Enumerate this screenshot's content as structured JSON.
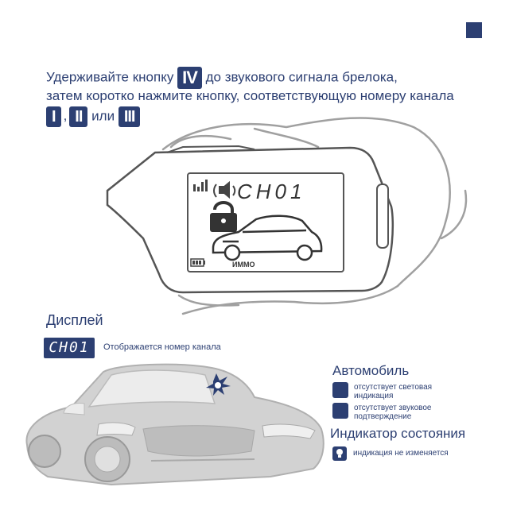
{
  "instruction": {
    "line1_before": "Удерживайте кнопку",
    "line1_button": "IV",
    "line1_after": "до звукового сигнала брелока,",
    "line2": "затем коротко нажмите кнопку, соответствующую номеру канала",
    "buttons": [
      "I",
      "II",
      "III"
    ],
    "comma": ",",
    "or_word": "или"
  },
  "fob_display": {
    "channel_text": "CH01",
    "immo_label": "ИММО"
  },
  "display_section": {
    "title": "Дисплей",
    "badge": "CH01",
    "description": "Отображается номер канала"
  },
  "car_section": {
    "title": "Автомобиль",
    "items": [
      "отсутствует световая индикация",
      "отсутствует звуковое подтверждение"
    ]
  },
  "status_section": {
    "title": "Индикатор состояния",
    "item": "индикация не изменяется"
  },
  "colors": {
    "brand": "#2c3f72",
    "sketch": "#9a9a9a",
    "car_fill": "#cfcfcf"
  }
}
